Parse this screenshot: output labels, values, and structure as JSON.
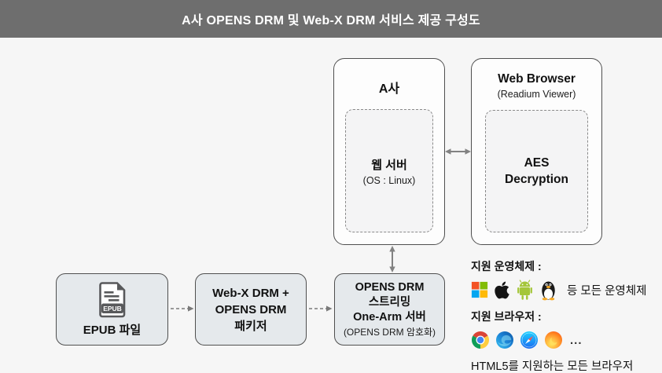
{
  "title": "A사 OPENS DRM 및 Web-X DRM 서비스 제공 구성도",
  "nodes": {
    "company": {
      "title": "A사",
      "server_title": "웹 서버",
      "server_subtitle": "(OS : Linux)"
    },
    "web_browser": {
      "title": "Web Browser",
      "subtitle": "(Readium Viewer)",
      "inner_line1": "AES",
      "inner_line2": "Decryption"
    },
    "epub_file": {
      "label": "EPUB 파일",
      "icon_badge": "EPUB"
    },
    "packager": {
      "line1": "Web-X DRM +",
      "line2": "OPENS DRM",
      "line3": "패키저"
    },
    "streaming_server": {
      "line1": "OPENS DRM",
      "line2": "스트리밍",
      "line3": "One-Arm 서버",
      "line4": "(OPENS DRM 암호화)"
    }
  },
  "support": {
    "os_label": "지원 운영체제 :",
    "os_suffix": "등 모든 운영체제",
    "os_icons": [
      "windows",
      "apple",
      "android",
      "linux-tux"
    ],
    "browser_label": "지원 브라우저 :",
    "browser_icons": [
      "chrome",
      "edge",
      "safari",
      "firefox"
    ],
    "browser_more": "...",
    "browser_suffix": "HTML5를 지원하는 모든 브라우저"
  },
  "colors": {
    "header_bg": "#6e6e6e",
    "canvas_bg": "#f6f6f6",
    "node_fill_white": "#fdfdfd",
    "node_fill_gray": "#e5e9ec",
    "node_border": "#4f4f4f",
    "dashed_border": "#8a8a8a",
    "arrow": "#828282"
  }
}
